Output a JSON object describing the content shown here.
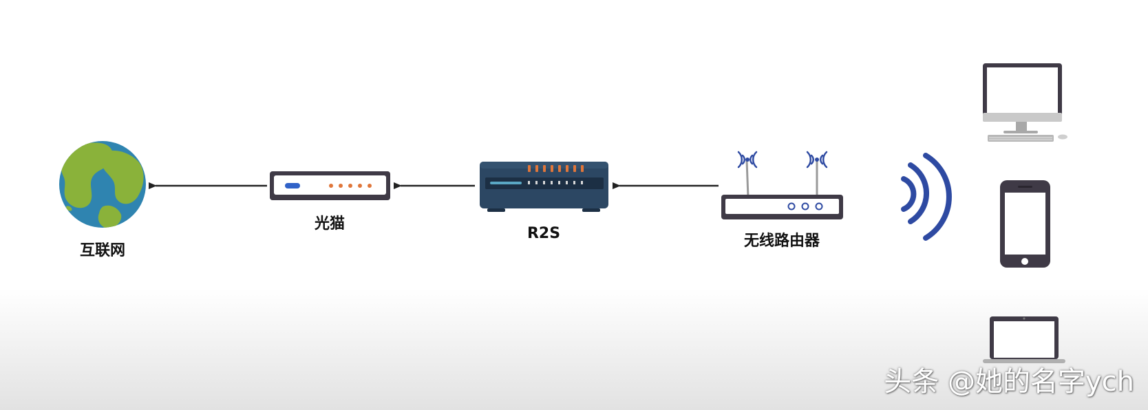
{
  "nodes": {
    "internet": {
      "label": "互联网"
    },
    "optical_modem": {
      "label": "光猫"
    },
    "r2s": {
      "label": "R2S"
    },
    "wireless_router": {
      "label": "无线路由器"
    }
  },
  "client_devices": [
    "desktop-monitor",
    "smartphone",
    "laptop"
  ],
  "watermark": "头条 @她的名字ych",
  "colors": {
    "ocean": "#2f84b0",
    "land": "#8ab23a",
    "device_dark": "#3f3a46",
    "r2s_body": "#2c4763",
    "port_orange": "#e0763a",
    "wifi_blue": "#2e4aa2",
    "arrow": "#222222"
  }
}
